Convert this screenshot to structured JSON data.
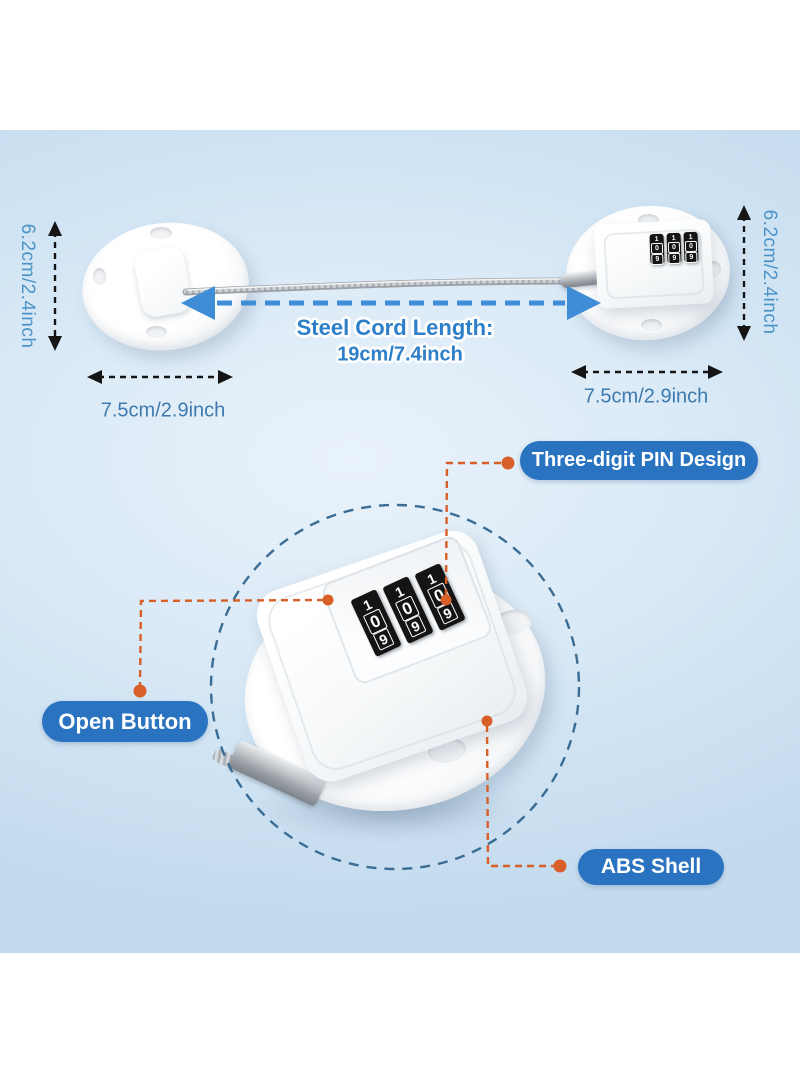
{
  "title": "Refrigerator combination cable lock — dimension and feature diagram",
  "colors": {
    "background_blue": "#cfe3f2",
    "callout_pill_blue": "#2a73c0",
    "leader_line_orange": "#d85f28",
    "dimension_text_blue": "#4b93c6",
    "dimension_text_blue_dark": "#3e7aad",
    "cord_text_blue": "#2e7fc9",
    "cord_arrow_blue": "#3f8dd6",
    "detail_circle_blue": "#3a6c94",
    "measure_arrow_black": "#151515"
  },
  "top_view": {
    "left_device": {
      "height_label": "6.2cm/2.4inch",
      "width_label": "7.5cm/2.9inch"
    },
    "right_device": {
      "height_label": "6.2cm/2.4inch",
      "width_label": "7.5cm/2.9inch"
    },
    "cord": {
      "title": "Steel Cord Length:",
      "value": "19cm/7.4inch"
    }
  },
  "detail_view": {
    "callout_pin": "Three-digit PIN Design",
    "callout_open": "Open Button",
    "callout_abs": "ABS Shell"
  },
  "dials": {
    "wheels": [
      [
        "1",
        "0",
        "9"
      ],
      [
        "1",
        "0",
        "9"
      ],
      [
        "1",
        "0",
        "9"
      ]
    ]
  }
}
